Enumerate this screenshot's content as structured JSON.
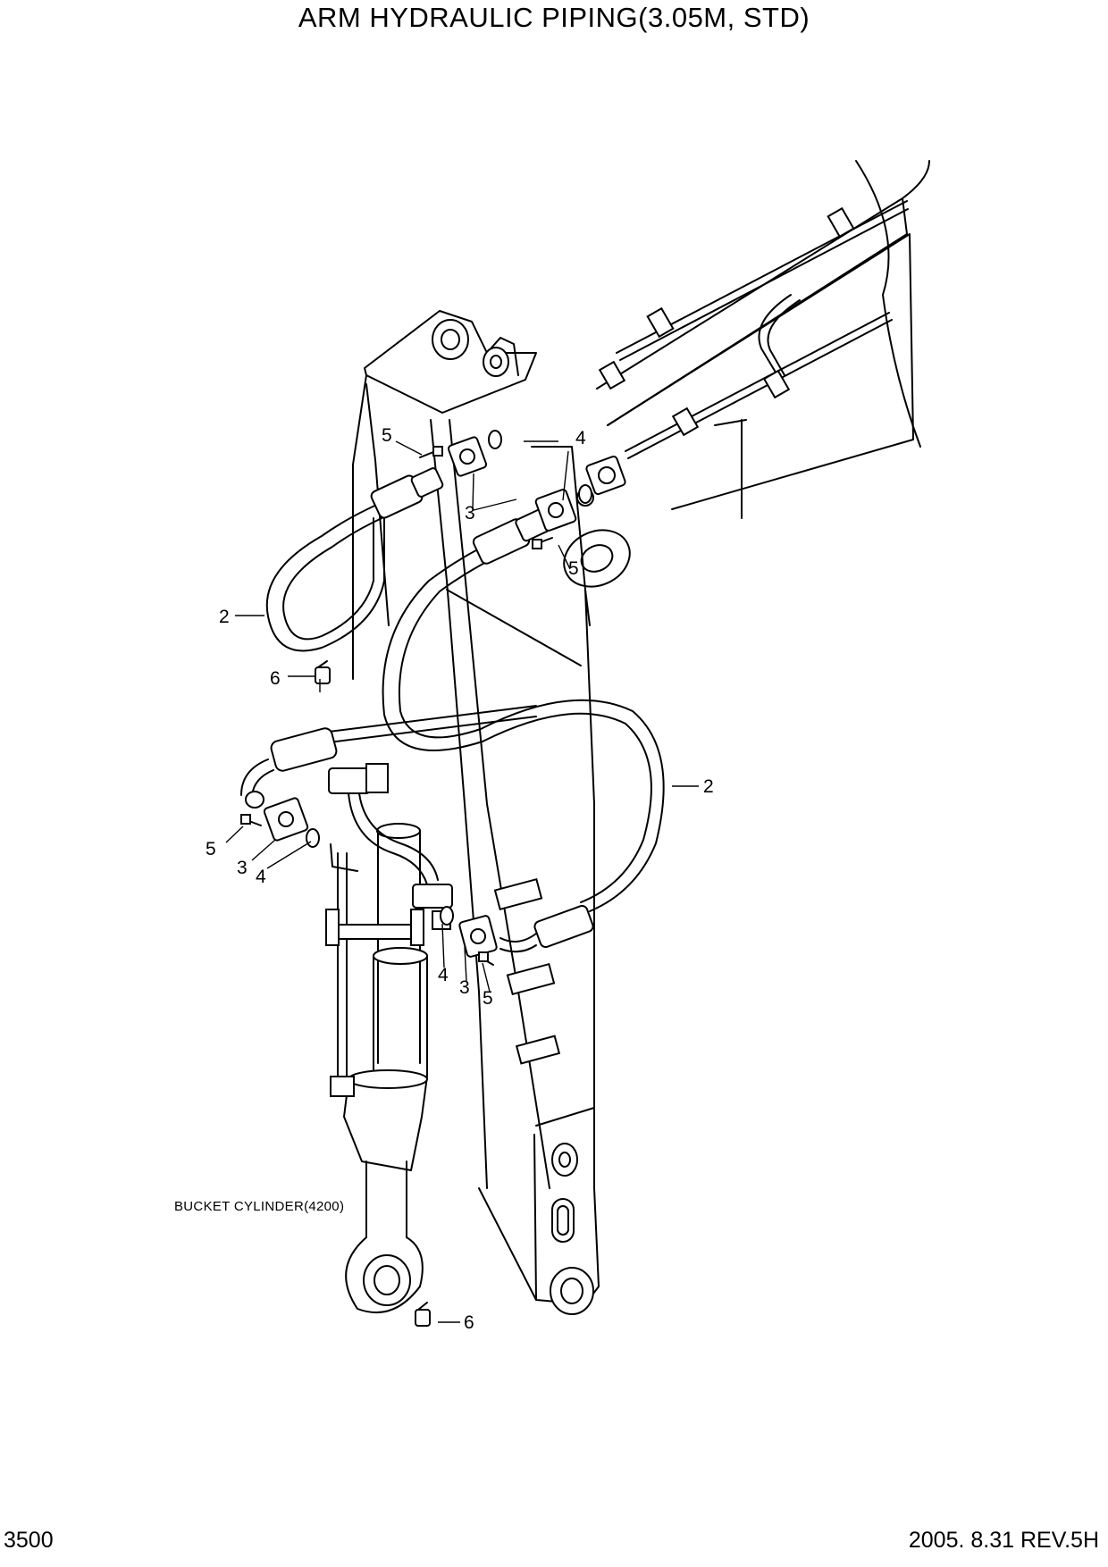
{
  "header": {
    "title": "ARM HYDRAULIC PIPING(3.05M, STD)"
  },
  "footer": {
    "page_number": "3500",
    "revision": "2005. 8.31  REV.5H"
  },
  "callouts": [
    {
      "id": "c5a",
      "text": "5"
    },
    {
      "id": "c4a",
      "text": "4"
    },
    {
      "id": "c3a",
      "text": "3"
    },
    {
      "id": "c5b",
      "text": "5"
    },
    {
      "id": "c2a",
      "text": "2"
    },
    {
      "id": "c6a",
      "text": "6"
    },
    {
      "id": "c2b",
      "text": "2"
    },
    {
      "id": "c5c",
      "text": "5"
    },
    {
      "id": "c3b",
      "text": "3"
    },
    {
      "id": "c4b",
      "text": "4"
    },
    {
      "id": "c4c",
      "text": "4"
    },
    {
      "id": "c3c",
      "text": "3"
    },
    {
      "id": "c5d",
      "text": "5"
    },
    {
      "id": "c6b",
      "text": "6"
    }
  ],
  "component_label": "BUCKET CYLINDER(4200)"
}
